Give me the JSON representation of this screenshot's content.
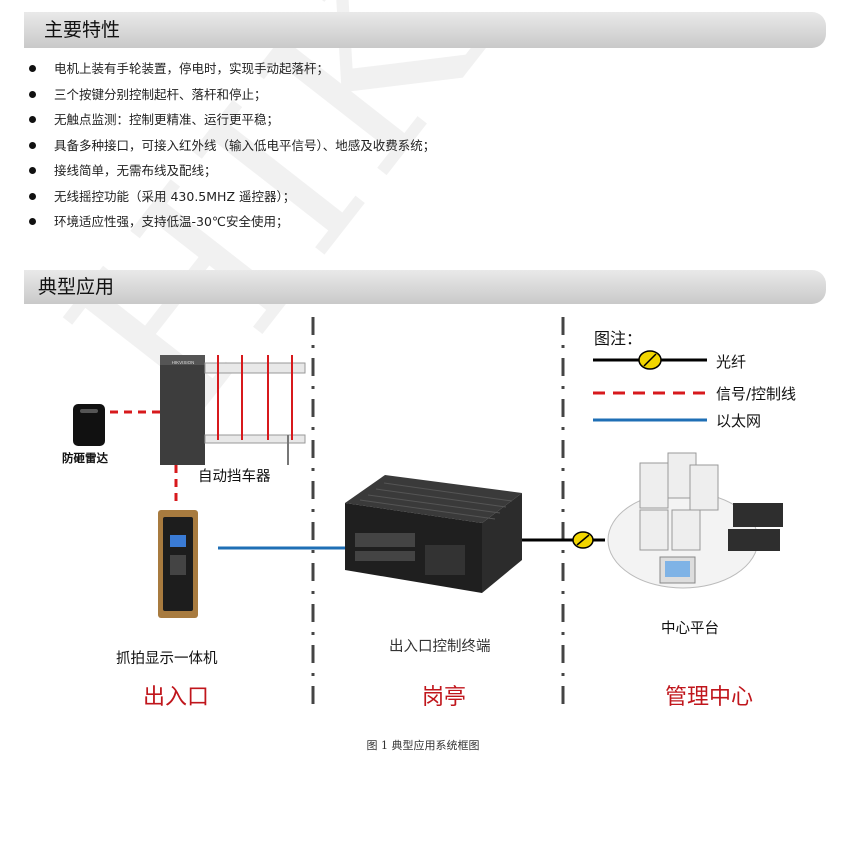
{
  "watermark": "HIKVISION",
  "sections": {
    "features_title": "主要特性",
    "application_title": "典型应用"
  },
  "features": [
    "电机上装有手轮装置，停电时，实现手动起落杆；",
    "三个按键分别控制起杆、落杆和停止；",
    "无触点监测：控制更精准、运行更平稳；",
    "具备多种接口，可接入红外线（输入低电平信号）、地感及收费系统；",
    "接线简单，无需布线及配线；",
    "无线摇控功能（采用 430.5MHZ 遥控器）；",
    "环境适应性强，支持低温-30℃安全使用；"
  ],
  "diagram": {
    "devices": {
      "radar": "防砸雷达",
      "barrier": "自动挡车器",
      "camera": "抓拍显示一体机",
      "terminal": "出入口控制终端",
      "center": "中心平台",
      "barrier_brand": "HIKVISION"
    },
    "zones": {
      "entrance": "出入口",
      "booth": "岗亭",
      "management": "管理中心"
    },
    "legend": {
      "title": "图注：",
      "items": [
        {
          "label": "光纤",
          "color": "#000000"
        },
        {
          "label": "信号/控制线",
          "color": "#d7191c"
        },
        {
          "label": "以太网",
          "color": "#1f6fb5"
        }
      ]
    },
    "caption": "图 1  典型应用系统框图"
  },
  "colors": {
    "signal": "#d7191c",
    "ethernet": "#1f6fb5",
    "fiber": "#000000",
    "zone_text": "#c0161c"
  }
}
